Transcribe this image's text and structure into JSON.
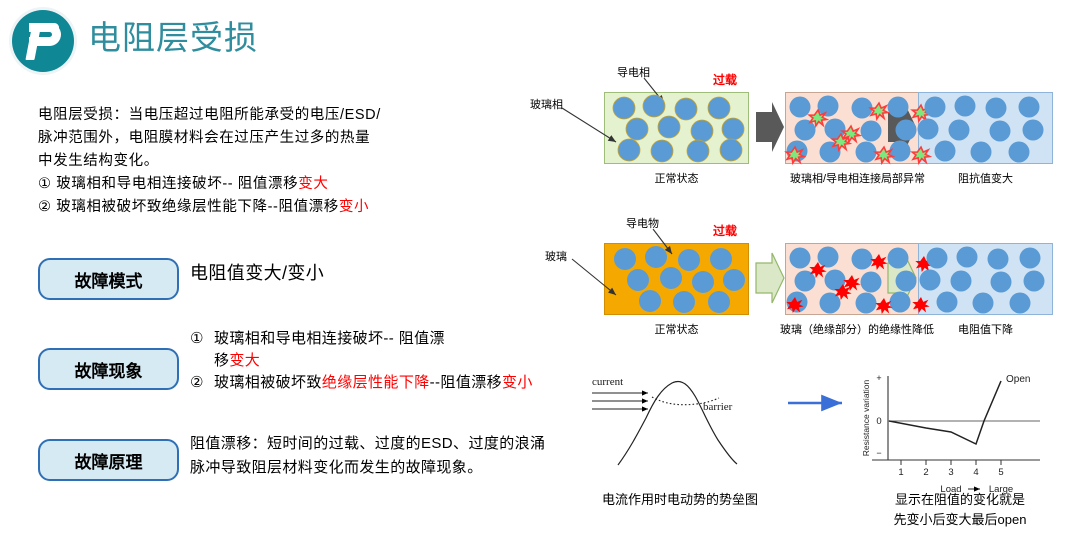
{
  "header": {
    "logo_name": "company-logo",
    "title": "电阻层受损",
    "title_color": "#2f8d9e",
    "logo_color": "#0f8795"
  },
  "intro": {
    "line1": "电阻层受损：当电压超过电阻所能承受的电压/ESD/",
    "line2": "脉冲范围外，电阻膜材料会在过压产生过多的热量",
    "line3": "中发生结构变化。",
    "item1_prefix": "① 玻璃相和导电相连接破坏-- 阻值漂移",
    "item1_red": "变大",
    "item2_prefix": "② 玻璃相被破坏致绝缘层性能下降--阻值漂移",
    "item2_red": "变小"
  },
  "boxes": {
    "fill": "#d6eaf4",
    "border": "#2f6fb5",
    "mode_label": "故障模式",
    "phenomenon_label": "故障现象",
    "principle_label": "故障原理"
  },
  "content": {
    "mode_text": "电阻值变大/变小",
    "phenomenon": [
      {
        "idx": "①",
        "text_a": "玻璃相和导电相连接破坏-- 阻值漂",
        "text_b": "移",
        "red_b": "变大"
      },
      {
        "idx": "②",
        "text_a": "玻璃相被破坏致",
        "red_a": "绝缘层性能下降",
        "text_b": "--阻值漂移",
        "red_b": "变小"
      }
    ],
    "principle_text": "阻值漂移：短时间的过载、过度的ESD、过度的浪涌脉冲导致阻层材料变化而发生的故障现象。"
  },
  "diagram_row1": {
    "label_conductive": "导电相",
    "label_glass": "玻璃相",
    "overload": "过载",
    "panel_colors": [
      "#e4f2cf",
      "#fadfd2",
      "#cfe3f4"
    ],
    "captions": [
      "正常状态",
      "玻璃相/导电相连接局部异常",
      "阻抗值变大"
    ],
    "arrow_color": "#595959",
    "burst_color": "#7ee87e",
    "burst_outline": "#ff3b3b"
  },
  "diagram_row2": {
    "label_conductive": "导电物",
    "label_glass": "玻璃",
    "overload": "过载",
    "panel_colors": [
      "#f5a800",
      "#fadfd2",
      "#cfe3f4"
    ],
    "captions": [
      "正常状态",
      "玻璃（绝缘部分）的绝缘性降低",
      "电阻值下降"
    ],
    "arrow_color": "#dbe8c8",
    "arrow_outline": "#93b76a",
    "burst_color": "#ff0000"
  },
  "bottom": {
    "left_caption": "电流作用时电动势的势垒图",
    "right_caption_line1": "显示在阻值的变化就是",
    "right_caption_line2": "先变小后变大最后open",
    "arrow_color": "#3a6fd8"
  },
  "chart_data": [
    {
      "type": "line",
      "title": "",
      "name": "potential-barrier-sketch",
      "annotations": [
        "current",
        "barrier"
      ],
      "xlabel": "",
      "ylabel": "",
      "description": "Hand-drawn potential barrier hump with three horizontal current arrows striking from the left and a dotted tunneling path across the hump."
    },
    {
      "type": "line",
      "title": "",
      "name": "resistance-variation-vs-load",
      "xlabel": "Load → Large",
      "ylabel": "Resistance variation",
      "xticks": [
        "1",
        "2",
        "3",
        "4",
        "5"
      ],
      "yticks": [
        "+",
        "0",
        "−"
      ],
      "x": [
        1,
        2,
        3,
        4,
        4.4,
        5
      ],
      "values": [
        0,
        -0.18,
        -0.33,
        -0.62,
        0,
        0.9
      ],
      "ylim": [
        -1,
        1
      ],
      "xlim": [
        0.6,
        5.6
      ],
      "grid": false,
      "annotations": [
        "Open"
      ],
      "legend": "none"
    }
  ]
}
